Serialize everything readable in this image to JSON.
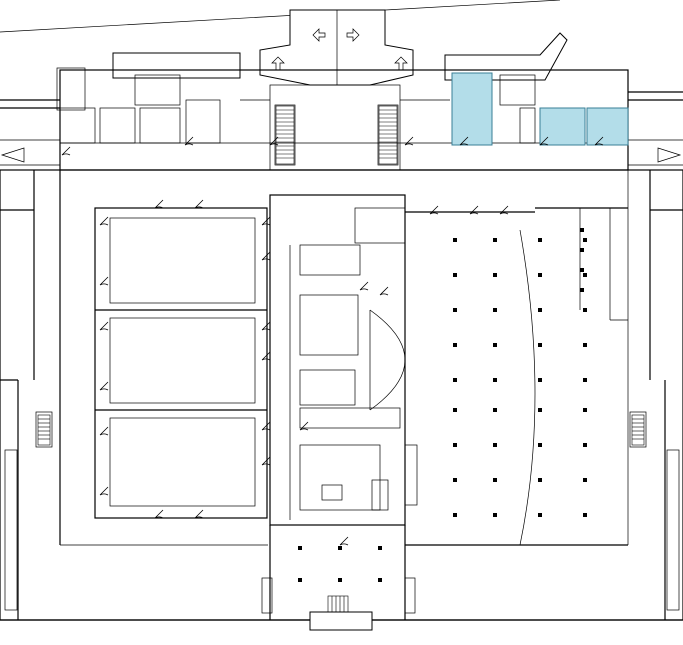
{
  "plan": {
    "background": "#ffffff",
    "line_color": "#000000",
    "highlight_color": "#b3dde9",
    "highlighted_areas": [
      "north-east-room-1",
      "north-east-room-2",
      "north-east-room-3"
    ],
    "meeting_rooms": 3,
    "icons": [
      "arrow-up-icon",
      "arrow-left-icon",
      "arrow-right-icon",
      "stair-icon",
      "door-swing-icon"
    ]
  }
}
